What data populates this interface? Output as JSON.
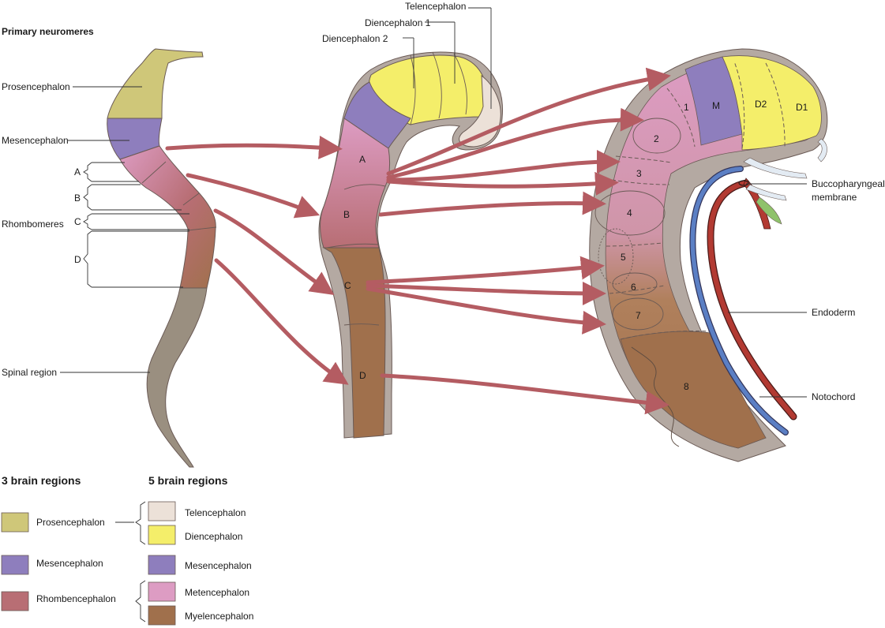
{
  "colors": {
    "prosencephalon": "#cfc779",
    "mesencephalon": "#8e7ebd",
    "rhombencephalon": "#b86e74",
    "telencephalon": "#ece1d8",
    "diencephalon": "#f4ee6a",
    "metencephalon": "#dd9cc3",
    "myelencephalon": "#a0704c",
    "spinal": "#9a8f80",
    "arrow": "#b45c62",
    "notochord": "#5b7fc4",
    "endoderm": "#b23a32"
  },
  "left_panel": {
    "title": "Primary neuromeres",
    "labels": {
      "prosencephalon": "Prosencephalon",
      "mesencephalon": "Mesencephalon",
      "rhombomeres": "Rhombomeres",
      "spinal_region": "Spinal region"
    },
    "rhombomere_letters": [
      "A",
      "B",
      "C",
      "D"
    ]
  },
  "middle_panel": {
    "labels": {
      "telencephalon": "Telencephalon",
      "diencephalon_1": "Diencephalon 1",
      "diencephalon_2": "Diencephalon 2"
    },
    "segments": [
      "A",
      "B",
      "C",
      "D"
    ]
  },
  "right_panel": {
    "segment_numbers": [
      "1",
      "2",
      "3",
      "4",
      "5",
      "6",
      "7",
      "8"
    ],
    "region_codes": {
      "m": "M",
      "d2": "D2",
      "d1": "D1"
    },
    "labels": {
      "buccopharyngeal_1": "Buccopharyngeal",
      "buccopharyngeal_2": "membrane",
      "endoderm": "Endoderm",
      "notochord": "Notochord"
    }
  },
  "legend": {
    "three_regions_title": "3 brain regions",
    "five_regions_title": "5 brain regions",
    "three_regions": [
      {
        "label": "Prosencephalon",
        "color": "#cfc779"
      },
      {
        "label": "Mesencephalon",
        "color": "#8e7ebd"
      },
      {
        "label": "Rhombencephalon",
        "color": "#b86e74"
      }
    ],
    "five_regions": [
      {
        "label": "Telencephalon",
        "color": "#ece1d8"
      },
      {
        "label": "Diencephalon",
        "color": "#f4ee6a"
      },
      {
        "label": "Mesencephalon",
        "color": "#8e7ebd"
      },
      {
        "label": "Metencephalon",
        "color": "#dd9cc3"
      },
      {
        "label": "Myelencephalon",
        "color": "#a0704c"
      }
    ]
  }
}
